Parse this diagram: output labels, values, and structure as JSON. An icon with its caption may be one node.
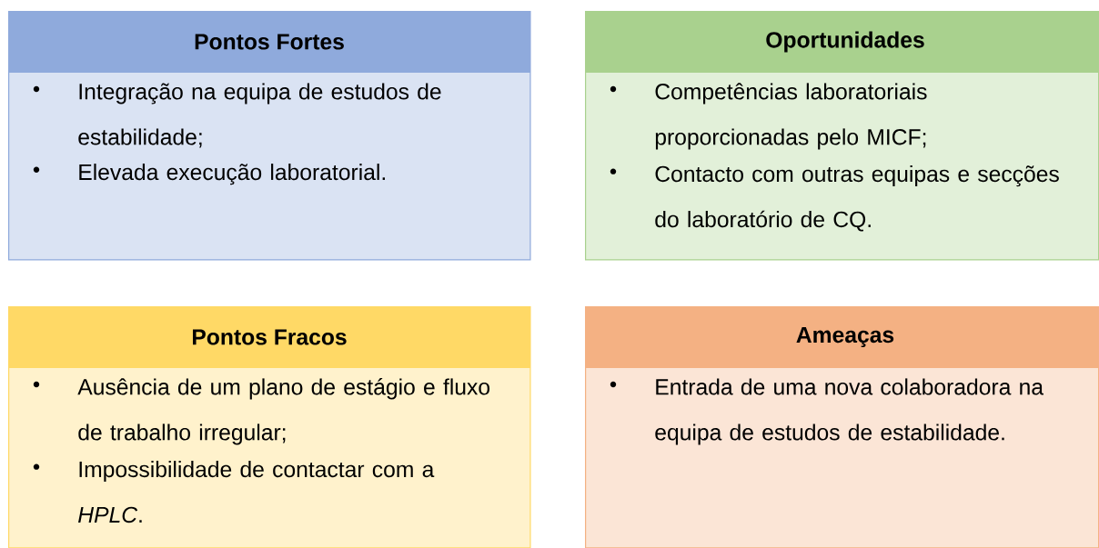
{
  "diagram": {
    "nodes": [
      {
        "text": [
          "Pontos Fortes",
          "Integração na equipa de estudos de estabilidade;",
          "Elevada execução laboratorial."
        ]
      },
      {
        "text": [
          "Oportunidades",
          "Competências laboratoriais proporcionadas pelo MICF;",
          "Contacto com outras equipas e secções do laboratório de CQ."
        ]
      },
      {
        "text": [
          "Pontos Fracos",
          "Ausência de um plano de estágio e fluxo de trabalho irregular;",
          "Impossibilidade de contactar com a *HPLC*."
        ]
      },
      {
        "text": [
          "Ameaças",
          "Entrada de uma nova colaboradora na equipa de estudos de estabilidade."
        ]
      }
    ]
  }
}
